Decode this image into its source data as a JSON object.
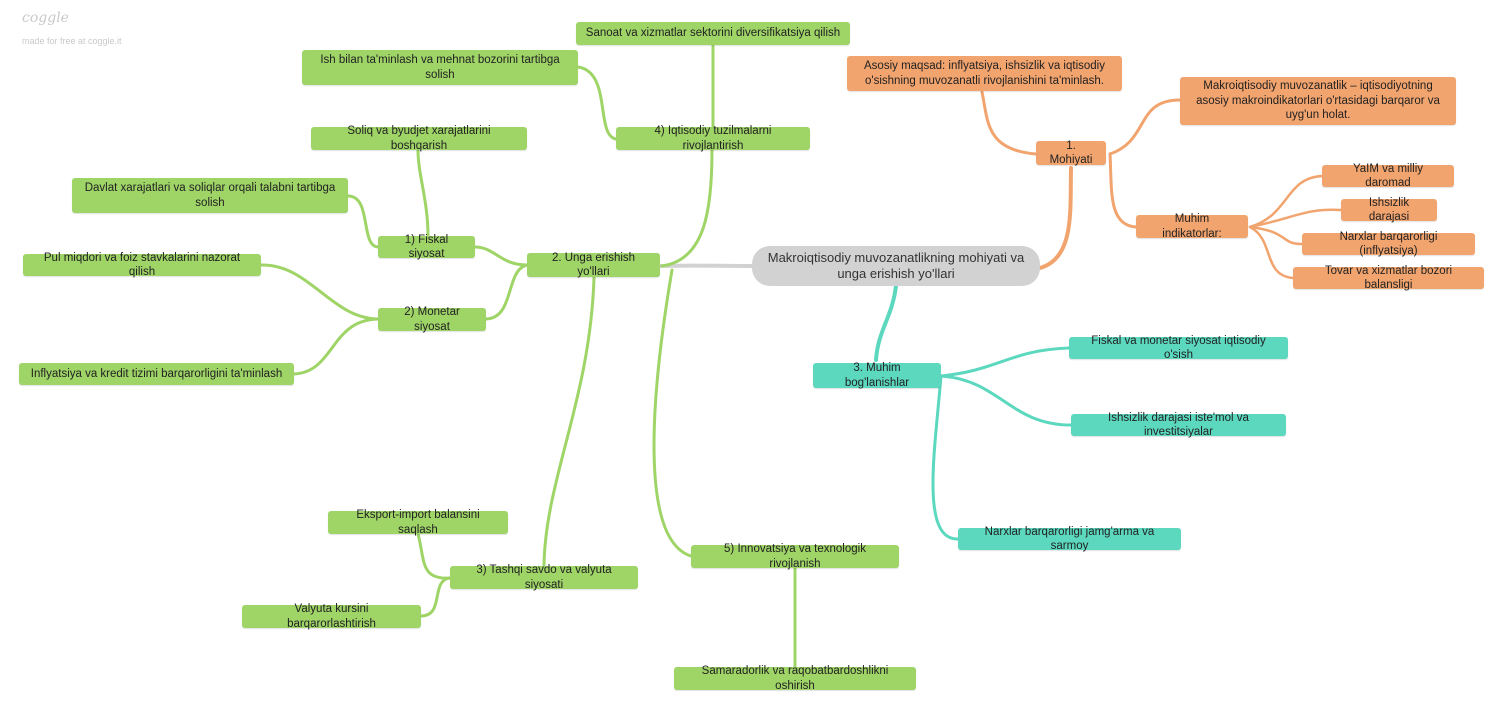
{
  "brand": {
    "logo": "coggle",
    "subtitle": "made for free at coggle.it"
  },
  "colors": {
    "green": "#9fd467",
    "orange": "#f2a46e",
    "teal": "#5cd8bf",
    "root": "#d2d2d2"
  },
  "root": {
    "label": "Makroiqtisodiy muvozanatlikning mohiyati va unga erishish yo'llari"
  },
  "mohiyati": {
    "label": "1. Mohiyati",
    "maqsad": "Asosiy maqsad: inflyatsiya, ishsizlik va iqtisodiy o'sishning muvozanatli rivojlanishini ta'minlash.",
    "tarif": "Makroiqtisodiy muvozanatlik – iqtisodiyotning asosiy makroindikatorlari o'rtasidagi barqaror va uyg'un holat.",
    "indikatorlar": {
      "label": "Muhim indikatorlar:",
      "items": [
        "YaIM va milliy daromad",
        "Ishsizlik darajasi",
        "Narxlar barqarorligi (inflyatsiya)",
        "Tovar va xizmatlar bozori balansligi"
      ]
    }
  },
  "yollari": {
    "label": "2. Unga erishish yo'llari",
    "fiskal": {
      "label": "1) Fiskal siyosat",
      "items": [
        "Soliq va byudjet xarajatlarini boshqarish",
        "Davlat xarajatlari va soliqlar orqali talabni tartibga solish"
      ]
    },
    "monetar": {
      "label": "2) Monetar siyosat",
      "items": [
        "Pul miqdori va foiz stavkalarini nazorat qilish",
        "Inflyatsiya va kredit tizimi barqarorligini ta'minlash"
      ]
    },
    "tashqi": {
      "label": "3) Tashqi savdo va valyuta siyosati",
      "items": [
        "Eksport-import balansini saqlash",
        "Valyuta kursini barqarorlashtirish"
      ]
    },
    "tuzilma": {
      "label": "4) Iqtisodiy tuzilmalarni rivojlantirish",
      "items": [
        "Sanoat va xizmatlar sektorini diversifikatsiya qilish",
        "Ish bilan ta'minlash va mehnat bozorini tartibga solish"
      ]
    },
    "innovatsiya": {
      "label": "5) Innovatsiya va texnologik rivojlanish",
      "items": [
        "Samaradorlik va raqobatbardoshlikni oshirish"
      ]
    }
  },
  "boglanish": {
    "label": "3. Muhim bog'lanishlar",
    "items": [
      "Fiskal va monetar siyosat iqtisodiy o'sish",
      "Ishsizlik darajasi iste'mol va investitsiyalar",
      "Narxlar barqarorligi jamg'arma va sarmoy"
    ]
  }
}
